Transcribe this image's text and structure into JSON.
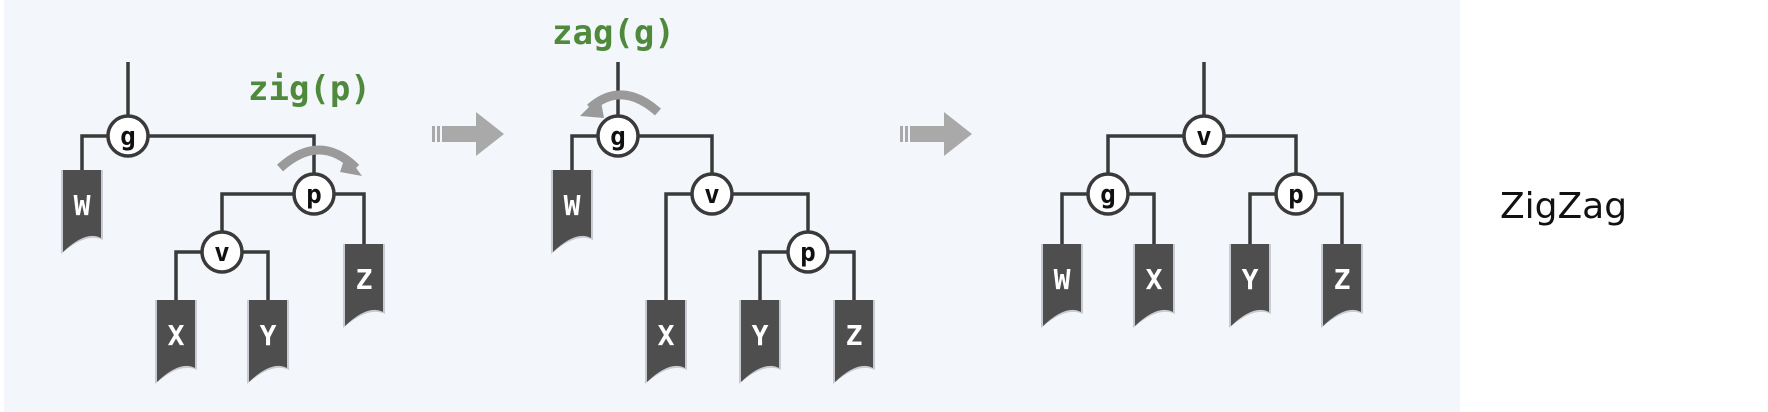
{
  "stages": [
    {
      "operation": "zig(p)",
      "nodes": [
        "g",
        "p",
        "v"
      ],
      "leaves": [
        "W",
        "X",
        "Y",
        "Z"
      ]
    },
    {
      "operation": "zag(g)",
      "nodes": [
        "g",
        "v",
        "p"
      ],
      "leaves": [
        "W",
        "X",
        "Y",
        "Z"
      ]
    },
    {
      "operation": "",
      "nodes": [
        "v",
        "g",
        "p"
      ],
      "leaves": [
        "W",
        "X",
        "Y",
        "Z"
      ]
    }
  ],
  "caption": "ZigZag",
  "colors": {
    "panel_background": "#f3f7fb",
    "edge": "#3a3a3a",
    "node_fill": "#ffffff",
    "leaf_fill": "#4e4e4e",
    "leaf_text": "#ffffff",
    "operation_text": "#4f8a3c",
    "rotation_arrow": "#9a9a9a",
    "transition_arrow": "#a9a9a9"
  }
}
